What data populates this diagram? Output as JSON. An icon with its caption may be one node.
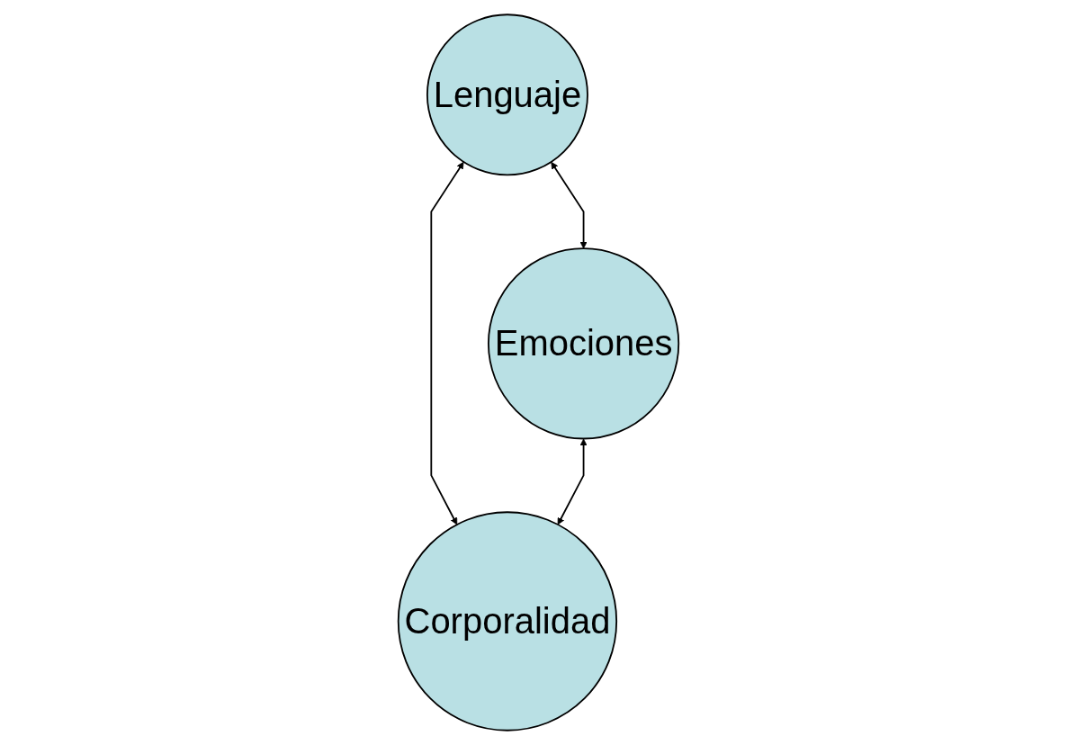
{
  "diagram": {
    "nodes": [
      {
        "text": [
          "Lenguaje"
        ]
      },
      {
        "text": [
          "Emociones"
        ]
      },
      {
        "text": [
          "Corporalidad"
        ]
      }
    ],
    "edges": [
      {
        "from": 0,
        "to": 1,
        "arrow": "both"
      },
      {
        "from": 0,
        "to": 2,
        "arrow": "both"
      },
      {
        "from": 1,
        "to": 2,
        "arrow": "both"
      }
    ]
  }
}
